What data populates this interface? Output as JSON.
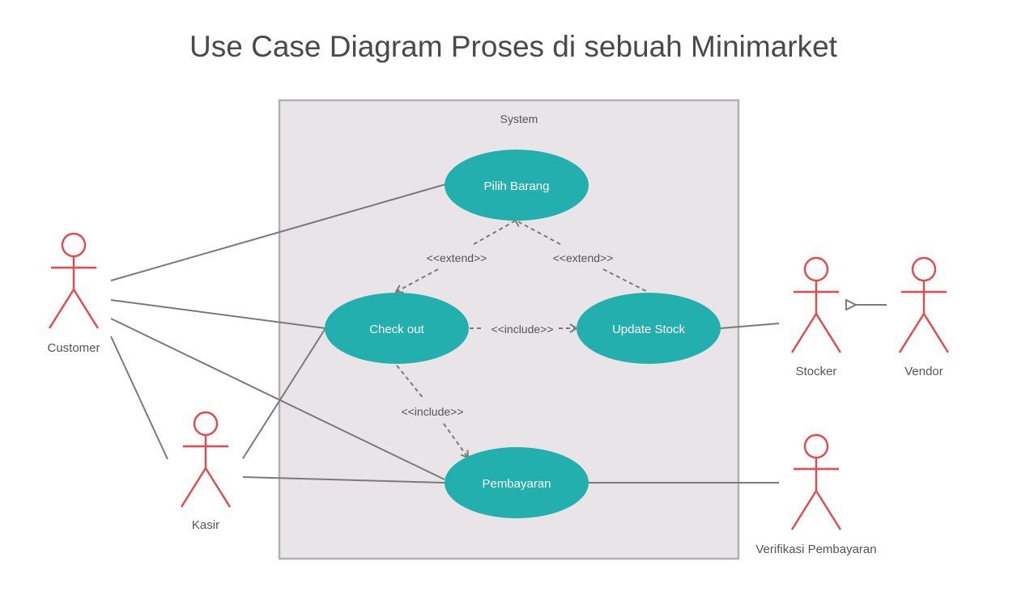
{
  "title": "Use Case Diagram Proses di sebuah Minimarket",
  "system": {
    "label": "System"
  },
  "use_cases": {
    "pilih_barang": "Pilih Barang",
    "check_out": "Check out",
    "update_stock": "Update Stock",
    "pembayaran": "Pembayaran"
  },
  "actors": {
    "customer": "Customer",
    "kasir": "Kasir",
    "stocker": "Stocker",
    "vendor": "Vendor",
    "verifikasi": "Verifikasi Pembayaran"
  },
  "relations": {
    "extend_left": "<<extend>>",
    "extend_right": "<<extend>>",
    "include_horizontal": "<<include>>",
    "include_vertical": "<<include>>"
  },
  "colors": {
    "use_case_fill": "#22afad",
    "actor_stroke": "#e8484d",
    "system_fill": "#e8e4e8",
    "system_stroke": "#b3b0b3",
    "line": "#7a7a7a"
  }
}
